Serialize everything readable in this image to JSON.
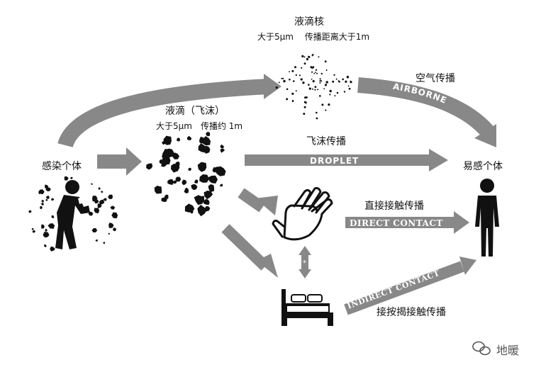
{
  "nodes": {
    "infected_person": "感染个体",
    "susceptible_person": "易感个体",
    "droplet_nuclei_title": "液滴核",
    "droplet_nuclei_desc": "大于5μm　 传播距离大于1m",
    "droplets_title": "液滴（飞沫）",
    "droplets_desc": "大于5μm　传播约 1m"
  },
  "routes": {
    "airborne_cn": "空气传播",
    "airborne_en": "AIRBORNE",
    "droplet_cn": "飞沫传播",
    "droplet_en": "DROPLET",
    "direct_cn": "直接接触传播",
    "direct_en": "DIRECT CONTACT",
    "indirect_cn": "接按揭接触传播",
    "indirect_en": "INDIRECT CONTACT"
  },
  "watermark": {
    "text": "地暖",
    "icon": "wechat-icon"
  },
  "colors": {
    "arrow": "#888888",
    "figure": "#111111",
    "background": "#ffffff"
  }
}
